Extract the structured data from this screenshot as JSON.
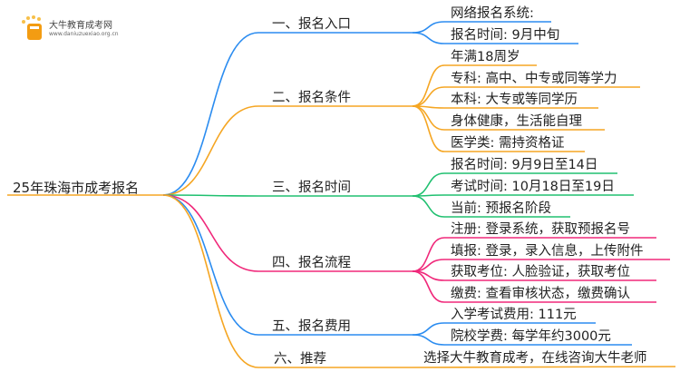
{
  "logo": {
    "title": "大牛教育成考网",
    "url": "www.daniuzuexiao.org.cn"
  },
  "root": "25年珠海市成考报名",
  "colors": [
    "#2b8cf0",
    "#f5a623",
    "#20c070",
    "#f0287a",
    "#2b8cf0",
    "#f5a623"
  ],
  "branches": [
    {
      "label": "一、报名入口",
      "leaves": [
        "网络报名系统:",
        "报名时间: 9月中旬"
      ]
    },
    {
      "label": "二、报名条件",
      "leaves": [
        "年满18周岁",
        "专科: 高中、中专或同等学力",
        "本科: 大专或等同学历",
        "身体健康，生活能自理",
        "医学类: 需持资格证"
      ]
    },
    {
      "label": "三、报名时间",
      "leaves": [
        "报名时间: 9月9日至14日",
        "考试时间: 10月18日至19日",
        "当前: 预报名阶段"
      ]
    },
    {
      "label": "四、报名流程",
      "leaves": [
        "注册: 登录系统，获取预报名号",
        "填报: 登录，录入信息，上传附件",
        "获取考位: 人脸验证，获取考位",
        "缴费: 查看审核状态，缴费确认"
      ]
    },
    {
      "label": "五、报名费用",
      "leaves": [
        "入学考试费用: 111元",
        "院校学费: 每学年约3000元"
      ]
    },
    {
      "label": "六、推荐",
      "leaves": [
        "选择大牛教育成考，在线咨询大牛老师"
      ]
    }
  ]
}
